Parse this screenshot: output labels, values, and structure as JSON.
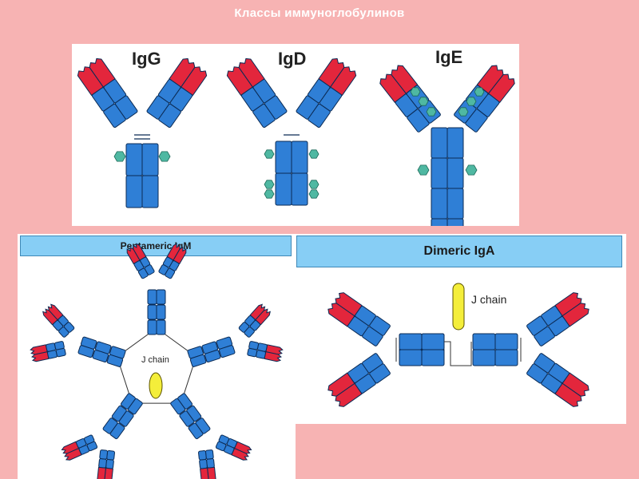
{
  "slide": {
    "title": "Классы иммуноглобулинов"
  },
  "top_panel": {
    "igg_label": "IgG",
    "igd_label": "IgD",
    "ige_label": "IgE"
  },
  "igm_panel": {
    "header": "Pentameric IgM",
    "j_chain_label": "J chain"
  },
  "iga_panel": {
    "header": "Dimeric IgA",
    "j_chain_label": "J chain"
  },
  "colors": {
    "background": "#f7b3b3",
    "light_chain_constant": "#2f7fd6",
    "variable_region": "#e3263c",
    "carbohydrate": "#4fb8a2",
    "j_chain": "#f4ee3a",
    "header_bar": "#87cef5"
  }
}
